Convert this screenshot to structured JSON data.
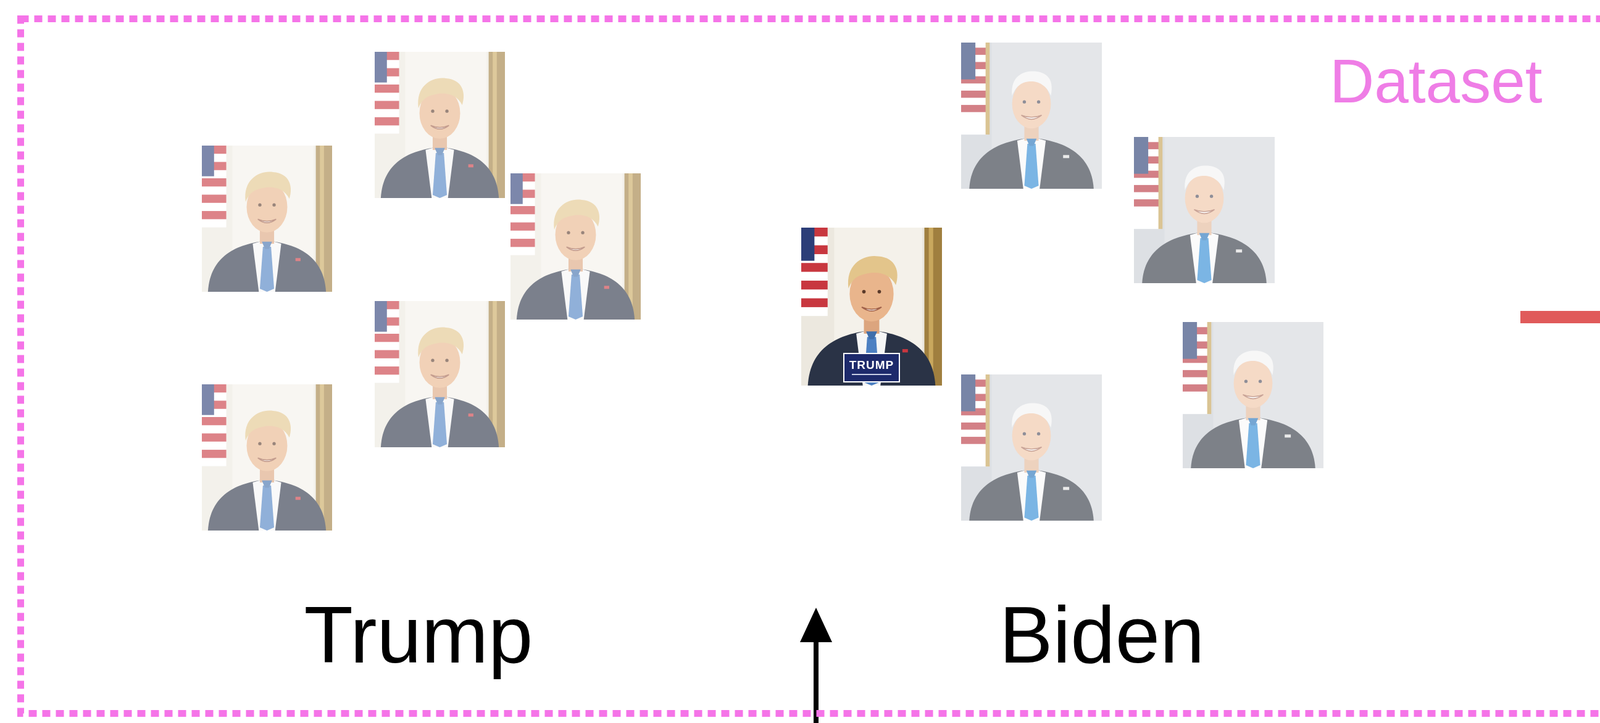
{
  "diagram": {
    "nodes": [
      {
        "text": [
          "Dataset"
        ]
      }
    ],
    "labels": [
      "Trump",
      "Biden",
      "TRUMP"
    ]
  }
}
